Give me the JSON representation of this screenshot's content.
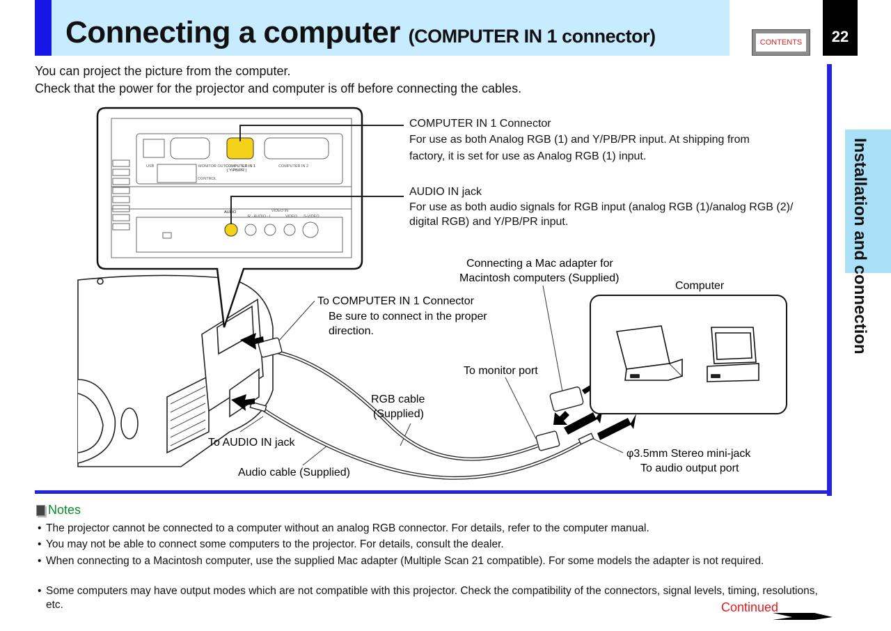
{
  "header": {
    "title": "Connecting a computer",
    "subtitle": "(COMPUTER IN 1 connector)",
    "contents_button": "CONTENTS",
    "page_number": "22",
    "section_tab": "Installation and connection"
  },
  "intro": [
    "You can project the picture from the computer.",
    "Check that the power for the projector and computer is off before connecting the cables."
  ],
  "panel_labels": {
    "usb": "USB",
    "monitor_out": "MONITOR OUT",
    "computer_in1": "COMPUTER IN 1",
    "computer_in1_sub": "( Y/PB/PR )",
    "computer_in2": "COMPUTER IN 2",
    "control": "CONTROL",
    "audio": "AUDIO",
    "video_in": "VIDEO IN",
    "r_audio_l": "R - AUDIO - L",
    "video": "VIDEO",
    "s_video": "S-VIDEO"
  },
  "callouts": {
    "computer_in1_title": "COMPUTER IN 1 Connector",
    "computer_in1_desc1": "For use as both Analog RGB (1) and Y/PB/PR input. At shipping from",
    "computer_in1_desc2": "factory, it is set for use as Analog RGB (1) input.",
    "audio_in_title": "AUDIO IN jack",
    "audio_in_desc1": "For use as both audio signals for RGB input (analog RGB (1)/analog RGB (2)/",
    "audio_in_desc2": "digital RGB) and Y/PB/PR input.",
    "mac_adapter1": "Connecting a Mac adapter for",
    "mac_adapter2": "Macintosh computers (Supplied)",
    "computer": "Computer",
    "to_computer_in1": "To COMPUTER IN 1 Connector",
    "be_sure1": "Be sure to connect in the proper",
    "be_sure2": "direction.",
    "to_monitor_port": "To monitor port",
    "rgb_cable1": "RGB cable",
    "rgb_cable2": "(Supplied)",
    "to_audio_in": "To AUDIO IN jack",
    "audio_cable": "Audio cable (Supplied)",
    "stereo_jack": "φ3.5mm Stereo mini-jack",
    "to_audio_out": "To audio output port"
  },
  "notes": {
    "heading": "Notes",
    "items": [
      "The projector cannot be connected to a computer without an analog RGB connector. For details, refer to the computer manual.",
      "You may not be able to connect some computers to the projector. For details, consult the dealer.",
      "When connecting to a Macintosh computer, use the supplied Mac adapter (Multiple Scan 21 compatible). For some models the adapter is not required.",
      "Some computers may have output modes which are not compatible with this projector. Check the compatibility of the connectors, signal levels, timing, resolutions, etc."
    ]
  },
  "footer": {
    "continued": "Continued"
  },
  "colors": {
    "title_band": "#c8ecff",
    "accent_blue": "#1616e6",
    "side_tab": "#a9dff7",
    "notes_green": "#0a8a2a",
    "continued_red": "#e01c1c",
    "connector_yellow": "#f5d21a"
  }
}
